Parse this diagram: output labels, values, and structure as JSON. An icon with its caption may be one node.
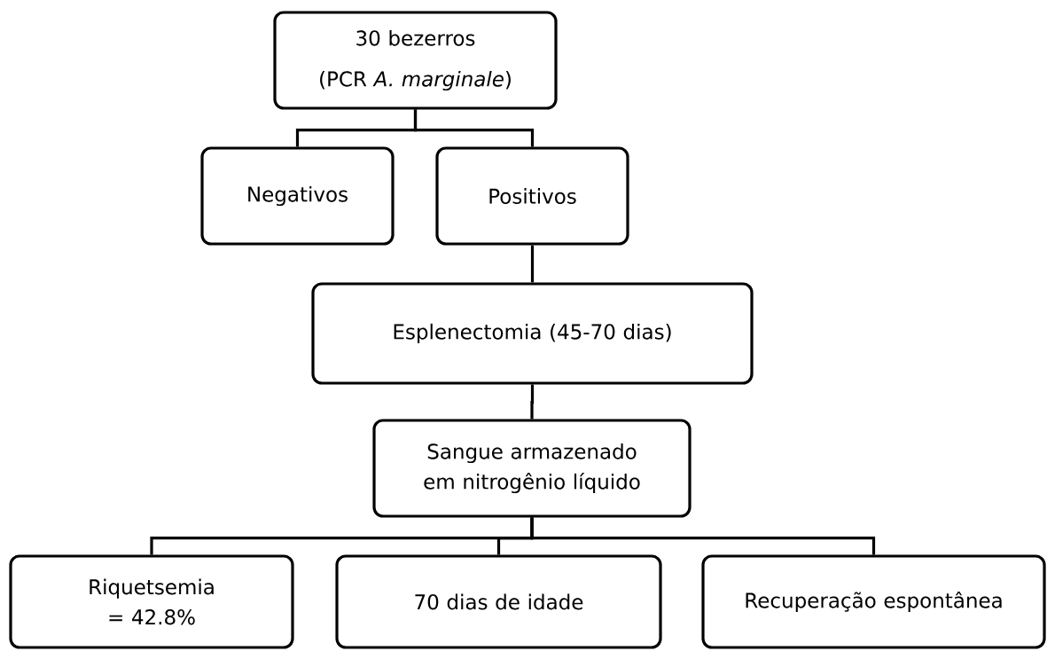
{
  "diagram": {
    "nodes": [
      {
        "text": [
          "30 bezerros",
          "(PCR *A. marginale*)"
        ]
      },
      {
        "text": [
          "Negativos"
        ]
      },
      {
        "text": [
          "Positivos"
        ]
      },
      {
        "text": [
          "Esplenectomia (45-70 dias)"
        ]
      },
      {
        "text": [
          "Sangue armazenado em nitrogênio líquido"
        ]
      },
      {
        "text": [
          "Riquetsemia = 42.8%"
        ]
      },
      {
        "text": [
          "70 dias de idade"
        ]
      },
      {
        "text": [
          "Recuperação espontânea"
        ]
      }
    ],
    "edges": [
      {
        "from": 0,
        "to": 1,
        "arrow": "none"
      },
      {
        "from": 0,
        "to": 2,
        "arrow": "none"
      },
      {
        "from": 2,
        "to": 3,
        "arrow": "none"
      },
      {
        "from": 3,
        "to": 4,
        "arrow": "none"
      },
      {
        "from": 4,
        "to": 5,
        "arrow": "none"
      },
      {
        "from": 4,
        "to": 6,
        "arrow": "none"
      },
      {
        "from": 4,
        "to": 7,
        "arrow": "none"
      }
    ]
  }
}
